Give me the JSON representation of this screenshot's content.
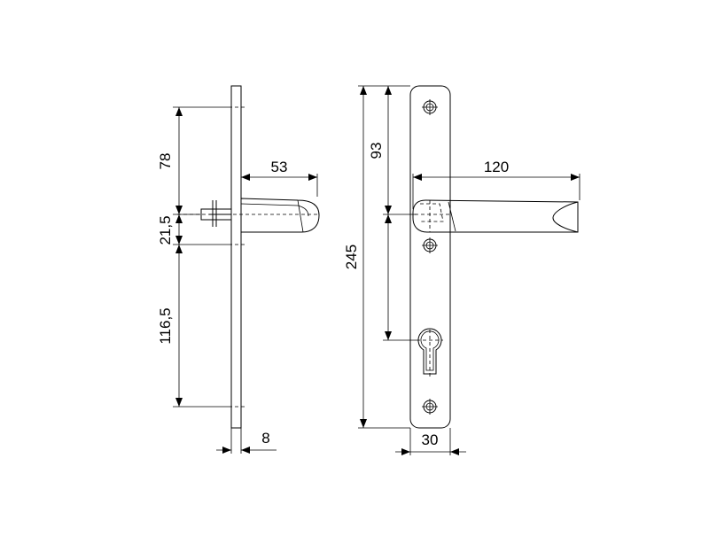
{
  "dimensions": {
    "top_to_axis": "78",
    "spindle_gap": "21,5",
    "axis_to_bottom": "116,5",
    "side_projection": "53",
    "plate_thickness": "8",
    "total_height": "245",
    "top_to_handle_axis": "93",
    "lever_length": "120",
    "plate_width": "30"
  },
  "colors": {
    "line": "#000000",
    "background": "#ffffff"
  }
}
